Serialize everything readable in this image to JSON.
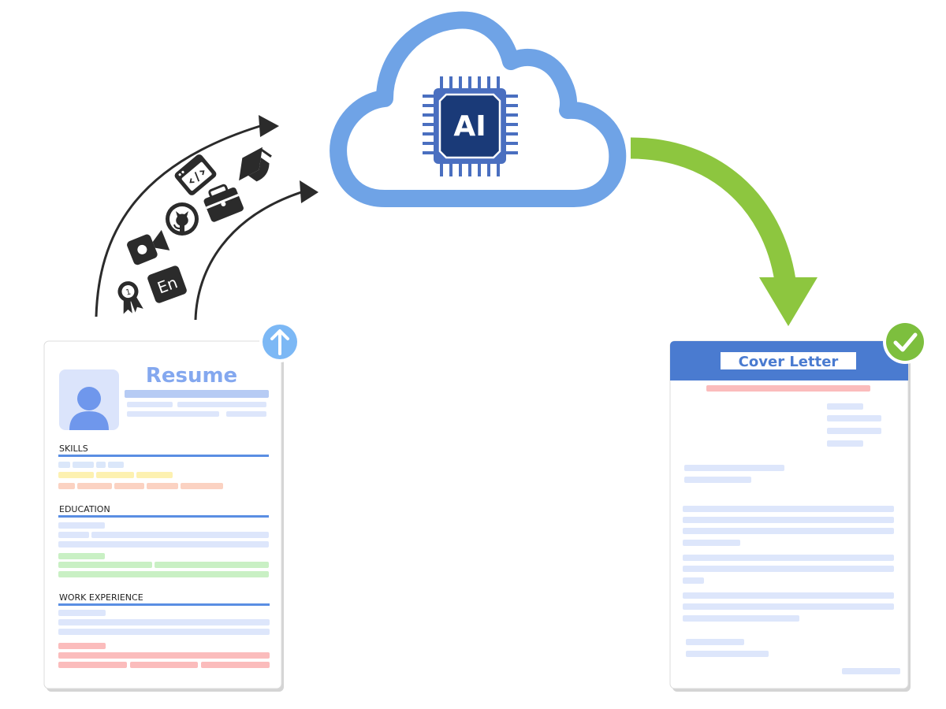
{
  "colors": {
    "cloud": "#6fa3e6",
    "chip_dark": "#1a3a78",
    "chip_mid": "#4a6fc0",
    "arrow_green": "#8dc63f",
    "dark": "#2b2b2b",
    "upload_badge": "#7cb8f5",
    "check_badge": "#7dbf3e",
    "cover_header": "#4a7bd0",
    "resume_title": "#84a8ef"
  },
  "cloud": {
    "chip_label": "AI"
  },
  "inputs": {
    "icons": [
      "code-window-icon",
      "graduation-cap-icon",
      "github-icon",
      "briefcase-icon",
      "video-camera-icon",
      "language-icon",
      "award-ribbon-icon"
    ],
    "language_icon_text": "En",
    "award_icon_text": "1"
  },
  "resume": {
    "title": "Resume",
    "sections": [
      "SKILLS",
      "EDUCATION",
      "WORK EXPERIENCE"
    ],
    "badge": "upload-arrow-icon"
  },
  "cover_letter": {
    "title": "Cover Letter",
    "badge": "checkmark-icon"
  }
}
